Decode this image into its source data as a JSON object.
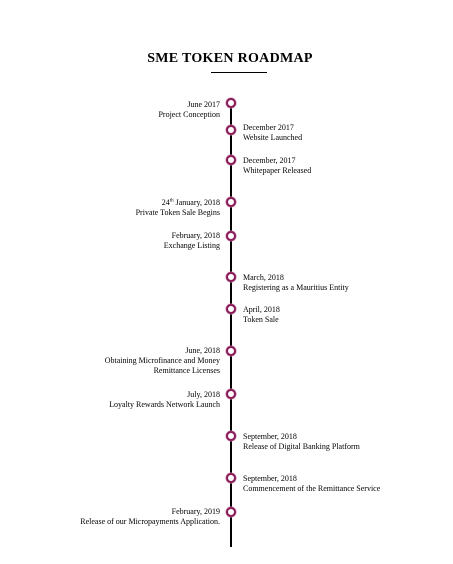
{
  "title": "SME TOKEN ROADMAP",
  "accent_color": "#8a1c5a",
  "milestones": [
    {
      "date": "June 2017",
      "event": "Project Conception",
      "side": "left"
    },
    {
      "date": "December 2017",
      "event": "Website Launched",
      "side": "right"
    },
    {
      "date": "December, 2017",
      "event": "Whitepaper Released",
      "side": "right"
    },
    {
      "date_prefix": "24",
      "date_sup": "th",
      "date": "January, 2018",
      "event": "Private Token Sale Begins",
      "side": "left"
    },
    {
      "date": "February, 2018",
      "event": "Exchange Listing",
      "side": "left"
    },
    {
      "date": "March, 2018",
      "event": "Registering as a Mauritius Entity",
      "side": "right"
    },
    {
      "date": "April, 2018",
      "event": "Token Sale",
      "side": "right"
    },
    {
      "date": "June, 2018",
      "event": "Obtaining Microfinance and Money",
      "event2": "Remittance Licenses",
      "side": "left"
    },
    {
      "date": "July, 2018",
      "event": "Loyalty Rewards Network Launch",
      "side": "left"
    },
    {
      "date": "September,  2018",
      "event": "Release of Digital Banking Platform",
      "side": "right"
    },
    {
      "date": "September, 2018",
      "event": "Commencement of the Remittance Service",
      "side": "right"
    },
    {
      "date": "February, 2019",
      "event": "Release of our Micropayments Application.",
      "side": "left"
    }
  ]
}
